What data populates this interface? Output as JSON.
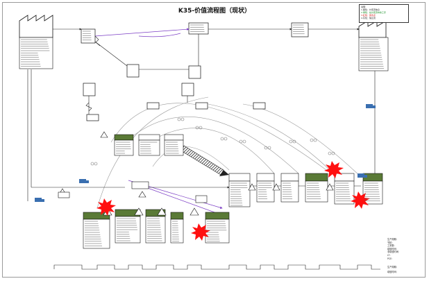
{
  "title": "K35-价值流程图（现状）",
  "legend": {
    "lines": [
      "说明：",
      "1.黑色：价值流信息",
      "2.绿色：在价值流中的工序",
      "3.红色：改善点",
      "4.灰色：信息流"
    ]
  },
  "summary": {
    "lines": [
      "生产周期：",
      "节拍：",
      "工序数：",
      "增值时间：",
      "非增值时间：",
      "LT：",
      "PCE："
    ],
    "lead_time_label": "生产周期：",
    "value_added_label": "增值时间："
  },
  "colors": {
    "process_green": "#5a7a36",
    "kaizen_red": "#ff1010",
    "info_gray": "#8a8a8a",
    "purple_link": "#7a3cc4",
    "truck_blue": "#3a6fb0",
    "text_dark": "#111111"
  }
}
